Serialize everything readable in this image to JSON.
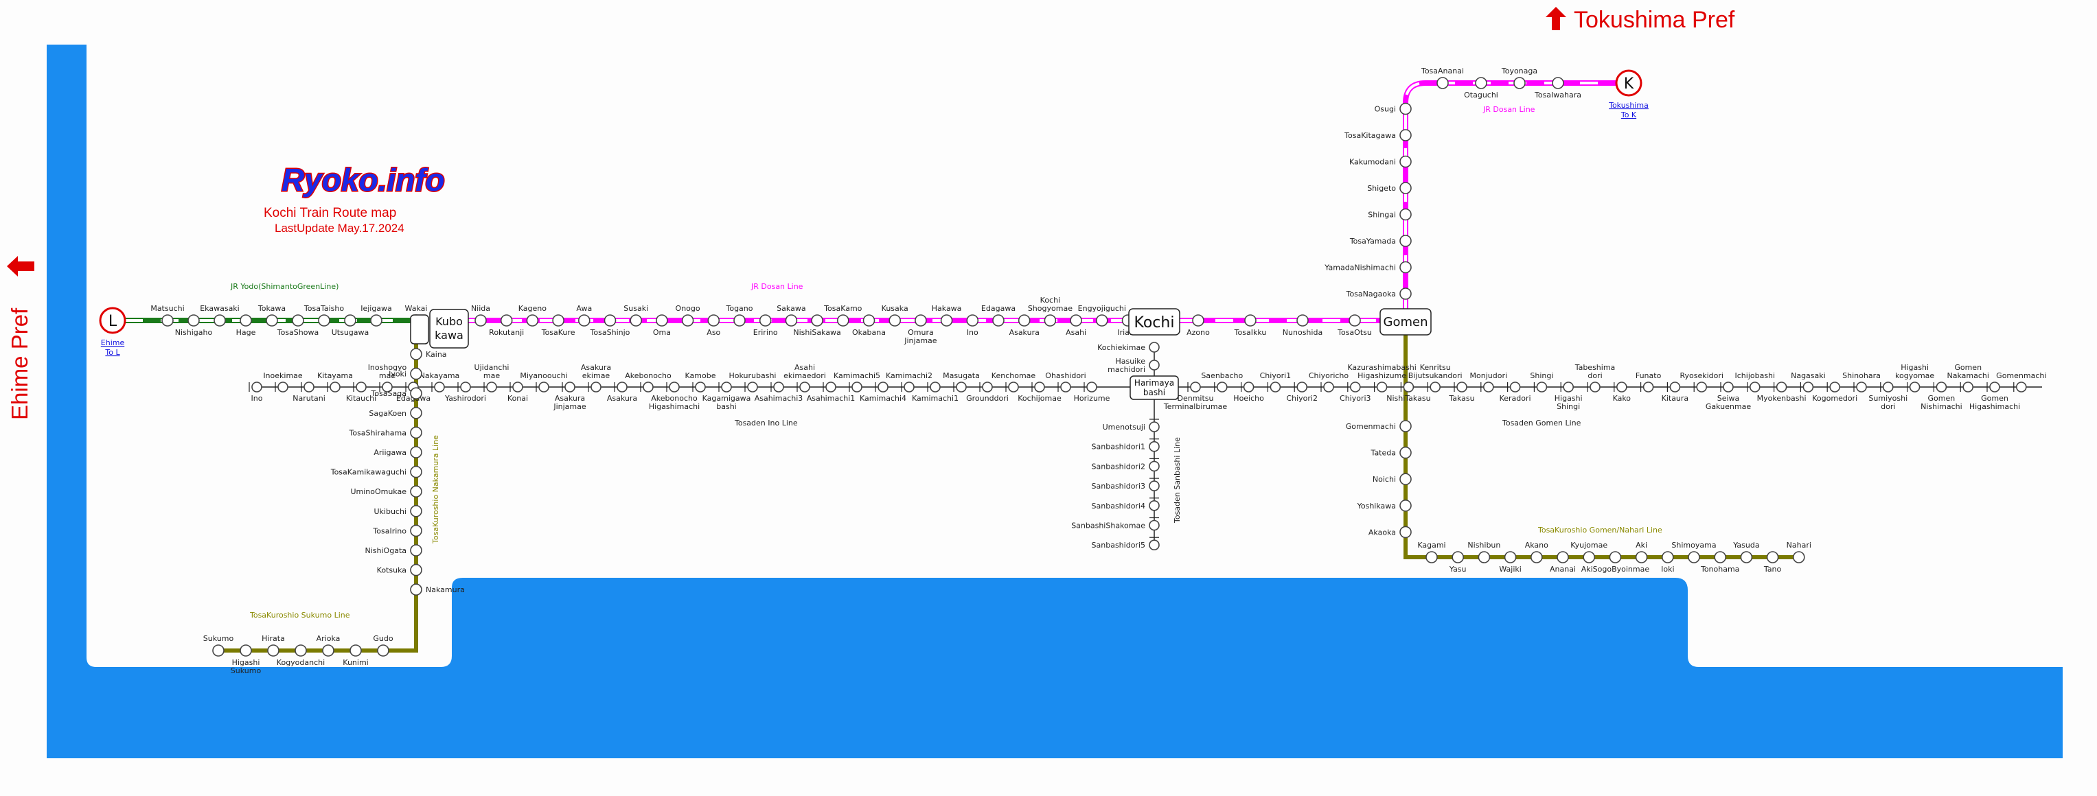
{
  "logo": {
    "title": "Ryoko.info",
    "subtitle": "Kochi Train Route map",
    "updated": "LastUpdate May.17.2024"
  },
  "prefectures": {
    "tokushima": "Tokushima Pref",
    "ehime": "Ehime Pref"
  },
  "colors": {
    "sea": "#1a8cf0",
    "jr_yodo": "#1a7a1a",
    "jr_dosan": "#ff00ff",
    "tosaden": "#222222",
    "tosakuroshio": "#7a7a00",
    "pref_arrow": "#e00000",
    "endpoint": "#e00000"
  },
  "line_labels": {
    "jr_yodo": "JR Yodo(ShimantoGreenLine)",
    "jr_dosan_west": "JR Dosan Line",
    "jr_dosan_north": "JR Dosan Line",
    "tosaden_ino": "Tosaden Ino Line",
    "tosaden_gomen": "Tosaden Gomen Line",
    "tosaden_sanbashi": "Tosaden Sanbashi Line",
    "tk_nakamura": "TosaKuroshio Nakamura Line",
    "tk_sukumo": "TosaKuroshio Sukumo Line",
    "tk_gomen": "TosaKuroshio Gomen/Nahari Line"
  },
  "endpoints": {
    "L": {
      "letter": "L",
      "link": [
        "Ehime",
        "To L"
      ]
    },
    "K": {
      "letter": "K",
      "link": [
        "Tokushima",
        "To K"
      ]
    }
  },
  "hubs": {
    "kubokawa": [
      "Kubo",
      "kawa"
    ],
    "kochi": [
      "Kochi"
    ],
    "gomen": [
      "Gomen"
    ],
    "harimaya": [
      "Harimaya",
      "bashi"
    ]
  },
  "jr_yodo_stations": [
    {
      "name": [
        "Matsuchi"
      ],
      "pos": "top"
    },
    {
      "name": [
        "Nishigaho"
      ],
      "pos": "bottom"
    },
    {
      "name": [
        "Ekawasaki"
      ],
      "pos": "top"
    },
    {
      "name": [
        "Hage"
      ],
      "pos": "bottom"
    },
    {
      "name": [
        "Tokawa"
      ],
      "pos": "top"
    },
    {
      "name": [
        "TosaShowa"
      ],
      "pos": "bottom"
    },
    {
      "name": [
        "TosaTaisho"
      ],
      "pos": "top"
    },
    {
      "name": [
        "Utsugawa"
      ],
      "pos": "bottom"
    },
    {
      "name": [
        "Iejigawa"
      ],
      "pos": "top"
    },
    {
      "name": [
        "Wakai"
      ],
      "pos": "top"
    }
  ],
  "jr_dosan_west_stations": [
    {
      "name": [
        "Niida"
      ],
      "pos": "top"
    },
    {
      "name": [
        "Rokutanji"
      ],
      "pos": "bottom"
    },
    {
      "name": [
        "Kageno"
      ],
      "pos": "top"
    },
    {
      "name": [
        "TosaKure"
      ],
      "pos": "bottom"
    },
    {
      "name": [
        "Awa"
      ],
      "pos": "top"
    },
    {
      "name": [
        "TosaShinjo"
      ],
      "pos": "bottom"
    },
    {
      "name": [
        "Susaki"
      ],
      "pos": "top"
    },
    {
      "name": [
        "Oma"
      ],
      "pos": "bottom"
    },
    {
      "name": [
        "Onogo"
      ],
      "pos": "top"
    },
    {
      "name": [
        "Aso"
      ],
      "pos": "bottom"
    },
    {
      "name": [
        "Togano"
      ],
      "pos": "top"
    },
    {
      "name": [
        "Eririno"
      ],
      "pos": "bottom"
    },
    {
      "name": [
        "Sakawa"
      ],
      "pos": "top"
    },
    {
      "name": [
        "NishiSakawa"
      ],
      "pos": "bottom"
    },
    {
      "name": [
        "TosaKamo"
      ],
      "pos": "top"
    },
    {
      "name": [
        "Okabana"
      ],
      "pos": "bottom"
    },
    {
      "name": [
        "Kusaka"
      ],
      "pos": "top"
    },
    {
      "name": [
        "Omura",
        "Jinjamae"
      ],
      "pos": "bottom"
    },
    {
      "name": [
        "Hakawa"
      ],
      "pos": "top"
    },
    {
      "name": [
        "Ino"
      ],
      "pos": "bottom"
    },
    {
      "name": [
        "Edagawa"
      ],
      "pos": "top"
    },
    {
      "name": [
        "Asakura"
      ],
      "pos": "bottom"
    },
    {
      "name": [
        "Kochi",
        "Shogyomae"
      ],
      "pos": "top"
    },
    {
      "name": [
        "Asahi"
      ],
      "pos": "bottom"
    },
    {
      "name": [
        "Engyojiguchi"
      ],
      "pos": "top"
    },
    {
      "name": [
        "Iriake"
      ],
      "pos": "bottom"
    }
  ],
  "jr_dosan_east_stations": [
    {
      "name": [
        "Azono"
      ],
      "pos": "bottom"
    },
    {
      "name": [
        "TosaIkku"
      ],
      "pos": "bottom"
    },
    {
      "name": [
        "Nunoshida"
      ],
      "pos": "bottom"
    },
    {
      "name": [
        "TosaOtsu"
      ],
      "pos": "bottom"
    }
  ],
  "jr_dosan_north_stations": [
    {
      "name": [
        "TosaNagaoka"
      ]
    },
    {
      "name": [
        "YamadaNishimachi"
      ]
    },
    {
      "name": [
        "TosaYamada"
      ]
    },
    {
      "name": [
        "Shingai"
      ]
    },
    {
      "name": [
        "Shigeto"
      ]
    },
    {
      "name": [
        "Kakumodani"
      ]
    },
    {
      "name": [
        "TosaKitagawa"
      ]
    },
    {
      "name": [
        "Osugi"
      ]
    }
  ],
  "jr_dosan_top_stations": [
    {
      "name": [
        "TosaAnanai"
      ],
      "pos": "top"
    },
    {
      "name": [
        "Otaguchi"
      ],
      "pos": "bottom"
    },
    {
      "name": [
        "Toyonaga"
      ],
      "pos": "top"
    },
    {
      "name": [
        "TosaIwahara"
      ],
      "pos": "bottom"
    }
  ],
  "tosaden_west_stations": [
    {
      "name": [
        "Ino"
      ],
      "pos": "bottom"
    },
    {
      "name": [
        "Inoekimae"
      ],
      "pos": "top"
    },
    {
      "name": [
        "Narutani"
      ],
      "pos": "bottom"
    },
    {
      "name": [
        "Kitayama"
      ],
      "pos": "top"
    },
    {
      "name": [
        "Kitauchi"
      ],
      "pos": "bottom"
    },
    {
      "name": [
        "Inoshogyo",
        "mae"
      ],
      "pos": "top"
    },
    {
      "name": [
        "Edagawa"
      ],
      "pos": "bottom"
    },
    {
      "name": [
        "Nakayama"
      ],
      "pos": "top"
    },
    {
      "name": [
        "Yashirodori"
      ],
      "pos": "bottom"
    },
    {
      "name": [
        "Ujidanchi",
        "mae"
      ],
      "pos": "top"
    },
    {
      "name": [
        "Konai"
      ],
      "pos": "bottom"
    },
    {
      "name": [
        "Miyanoouchi"
      ],
      "pos": "top"
    },
    {
      "name": [
        "Asakura",
        "Jinjamae"
      ],
      "pos": "bottom"
    },
    {
      "name": [
        "Asakura",
        "ekimae"
      ],
      "pos": "top"
    },
    {
      "name": [
        "Asakura"
      ],
      "pos": "bottom"
    },
    {
      "name": [
        "Akebonocho"
      ],
      "pos": "top"
    },
    {
      "name": [
        "Akebonocho",
        "Higashimachi"
      ],
      "pos": "bottom"
    },
    {
      "name": [
        "Kamobe"
      ],
      "pos": "top"
    },
    {
      "name": [
        "Kagamigawa",
        "bashi"
      ],
      "pos": "bottom"
    },
    {
      "name": [
        "Hokurubashi"
      ],
      "pos": "top"
    },
    {
      "name": [
        "Asahimachi3"
      ],
      "pos": "bottom"
    },
    {
      "name": [
        "Asahi",
        "ekimaedori"
      ],
      "pos": "top"
    },
    {
      "name": [
        "Asahimachi1"
      ],
      "pos": "bottom"
    },
    {
      "name": [
        "Kamimachi5"
      ],
      "pos": "top"
    },
    {
      "name": [
        "Kamimachi4"
      ],
      "pos": "bottom"
    },
    {
      "name": [
        "Kamimachi2"
      ],
      "pos": "top"
    },
    {
      "name": [
        "Kamimachi1"
      ],
      "pos": "bottom"
    },
    {
      "name": [
        "Masugata"
      ],
      "pos": "top"
    },
    {
      "name": [
        "Grounddori"
      ],
      "pos": "bottom"
    },
    {
      "name": [
        "Kenchomae"
      ],
      "pos": "top"
    },
    {
      "name": [
        "Kochijomae"
      ],
      "pos": "bottom"
    },
    {
      "name": [
        "Ohashidori"
      ],
      "pos": "top"
    },
    {
      "name": [
        "Horizume"
      ],
      "pos": "bottom"
    }
  ],
  "tosaden_east_stations": [
    {
      "name": [
        "Denmitsu",
        "Terminalbirumae"
      ],
      "pos": "bottom"
    },
    {
      "name": [
        "Saenbacho"
      ],
      "pos": "top"
    },
    {
      "name": [
        "Hoeicho"
      ],
      "pos": "bottom"
    },
    {
      "name": [
        "Chiyori1"
      ],
      "pos": "top"
    },
    {
      "name": [
        "Chiyori2"
      ],
      "pos": "bottom"
    },
    {
      "name": [
        "Chiyoricho"
      ],
      "pos": "top"
    },
    {
      "name": [
        "Chiyori3"
      ],
      "pos": "bottom"
    },
    {
      "name": [
        "Kazurashimabashi",
        "Higashizume"
      ],
      "pos": "top"
    },
    {
      "name": [
        "NishiTakasu"
      ],
      "pos": "bottom"
    },
    {
      "name": [
        "Kenritsu",
        "Bijutsukandori"
      ],
      "pos": "top"
    },
    {
      "name": [
        "Takasu"
      ],
      "pos": "bottom"
    },
    {
      "name": [
        "Monjudori"
      ],
      "pos": "top"
    },
    {
      "name": [
        "Keradori"
      ],
      "pos": "bottom"
    },
    {
      "name": [
        "Shingi"
      ],
      "pos": "top"
    },
    {
      "name": [
        "Higashi",
        "Shingi"
      ],
      "pos": "bottom"
    },
    {
      "name": [
        "Tabeshima",
        "dori"
      ],
      "pos": "top"
    },
    {
      "name": [
        "Kako"
      ],
      "pos": "bottom"
    },
    {
      "name": [
        "Funato"
      ],
      "pos": "top"
    },
    {
      "name": [
        "Kitaura"
      ],
      "pos": "bottom"
    },
    {
      "name": [
        "Ryosekidori"
      ],
      "pos": "top"
    },
    {
      "name": [
        "Seiwa",
        "Gakuenmae"
      ],
      "pos": "bottom"
    },
    {
      "name": [
        "Ichijobashi"
      ],
      "pos": "top"
    },
    {
      "name": [
        "Myokenbashi"
      ],
      "pos": "bottom"
    },
    {
      "name": [
        "Nagasaki"
      ],
      "pos": "top"
    },
    {
      "name": [
        "Kogomedori"
      ],
      "pos": "bottom"
    },
    {
      "name": [
        "Shinohara"
      ],
      "pos": "top"
    },
    {
      "name": [
        "Sumiyoshi",
        "dori"
      ],
      "pos": "bottom"
    },
    {
      "name": [
        "Higashi",
        "kogyomae"
      ],
      "pos": "top"
    },
    {
      "name": [
        "Gomen",
        "Nishimachi"
      ],
      "pos": "bottom"
    },
    {
      "name": [
        "Gomen",
        "Nakamachi"
      ],
      "pos": "top"
    },
    {
      "name": [
        "Gomen",
        "Higashimachi"
      ],
      "pos": "bottom"
    },
    {
      "name": [
        "Gomenmachi"
      ],
      "pos": "top"
    }
  ],
  "sanbashi_upper_stations": [
    {
      "name": [
        "Kochiekimae"
      ]
    },
    {
      "name": [
        "Hasuike",
        "machidori"
      ]
    }
  ],
  "sanbashi_lower_stations": [
    {
      "name": [
        "Umenotsuji"
      ]
    },
    {
      "name": [
        "Sanbashidori1"
      ]
    },
    {
      "name": [
        "Sanbashidori2"
      ]
    },
    {
      "name": [
        "Sanbashidori3"
      ]
    },
    {
      "name": [
        "Sanbashidori4"
      ]
    },
    {
      "name": [
        "SanbashiShakomae"
      ]
    },
    {
      "name": [
        "Sanbashidori5"
      ]
    }
  ],
  "nakamura_stations": [
    {
      "name": [
        "Kaina"
      ],
      "pos": "right"
    },
    {
      "name": [
        "Iyoki"
      ],
      "pos": "left"
    },
    {
      "name": [
        "TosaSaga"
      ],
      "pos": "left"
    },
    {
      "name": [
        "SagaKoen"
      ],
      "pos": "left"
    },
    {
      "name": [
        "TosaShirahama"
      ],
      "pos": "left"
    },
    {
      "name": [
        "Ariigawa"
      ],
      "pos": "left"
    },
    {
      "name": [
        "TosaKamikawaguchi"
      ],
      "pos": "left"
    },
    {
      "name": [
        "UminoOmukae"
      ],
      "pos": "left"
    },
    {
      "name": [
        "Ukibuchi"
      ],
      "pos": "left"
    },
    {
      "name": [
        "TosaIrino"
      ],
      "pos": "left"
    },
    {
      "name": [
        "NishiOgata"
      ],
      "pos": "left"
    },
    {
      "name": [
        "Kotsuka"
      ],
      "pos": "left"
    },
    {
      "name": [
        "Nakamura"
      ],
      "pos": "right"
    }
  ],
  "sukumo_stations": [
    {
      "name": [
        "Sukumo"
      ],
      "pos": "top"
    },
    {
      "name": [
        "Higashi",
        "Sukumo"
      ],
      "pos": "bottom"
    },
    {
      "name": [
        "Hirata"
      ],
      "pos": "top"
    },
    {
      "name": [
        "Kogyodanchi"
      ],
      "pos": "bottom"
    },
    {
      "name": [
        "Arioka"
      ],
      "pos": "top"
    },
    {
      "name": [
        "Kunimi"
      ],
      "pos": "bottom"
    },
    {
      "name": [
        "Gudo"
      ],
      "pos": "top"
    }
  ],
  "tk_gomen_vertical_stations": [
    {
      "name": [
        "Gomenmachi"
      ]
    },
    {
      "name": [
        "Tateda"
      ]
    },
    {
      "name": [
        "Noichi"
      ]
    },
    {
      "name": [
        "Yoshikawa"
      ]
    },
    {
      "name": [
        "Akaoka"
      ]
    }
  ],
  "tk_gomen_stations": [
    {
      "name": [
        "Kagami"
      ],
      "pos": "top"
    },
    {
      "name": [
        "Yasu"
      ],
      "pos": "bottom"
    },
    {
      "name": [
        "Nishibun"
      ],
      "pos": "top"
    },
    {
      "name": [
        "Wajiki"
      ],
      "pos": "bottom"
    },
    {
      "name": [
        "Akano"
      ],
      "pos": "top"
    },
    {
      "name": [
        "Ananai"
      ],
      "pos": "bottom"
    },
    {
      "name": [
        "Kyujomae"
      ],
      "pos": "top"
    },
    {
      "name": [
        "AkiSogoByoinmae"
      ],
      "pos": "bottom"
    },
    {
      "name": [
        "Aki"
      ],
      "pos": "top"
    },
    {
      "name": [
        "Ioki"
      ],
      "pos": "bottom"
    },
    {
      "name": [
        "Shimoyama"
      ],
      "pos": "top"
    },
    {
      "name": [
        "Tonohama"
      ],
      "pos": "bottom"
    },
    {
      "name": [
        "Yasuda"
      ],
      "pos": "top"
    },
    {
      "name": [
        "Tano"
      ],
      "pos": "bottom"
    },
    {
      "name": [
        "Nahari"
      ],
      "pos": "top"
    }
  ]
}
